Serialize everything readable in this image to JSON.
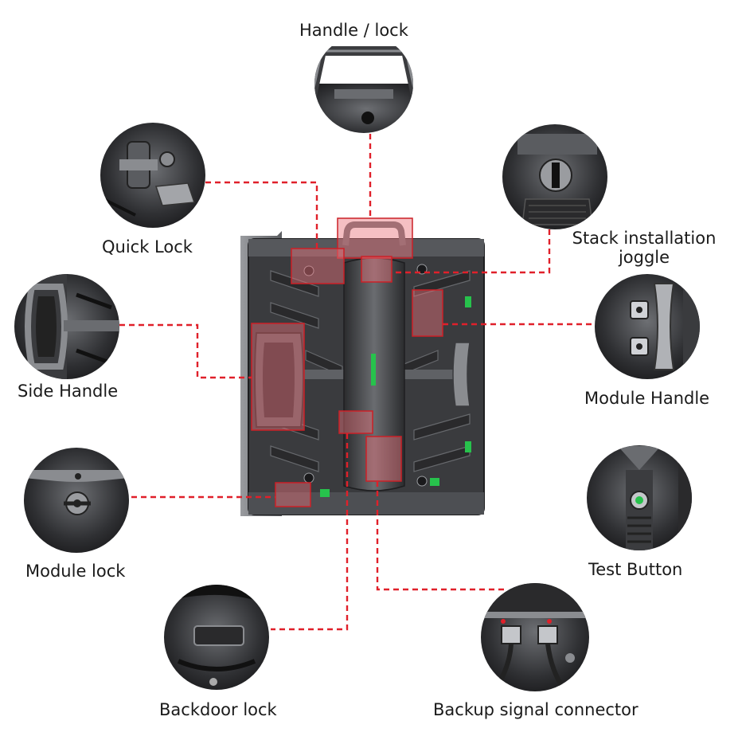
{
  "colors": {
    "leader_line": "#e0202a",
    "highlight_stroke": "#cc2027",
    "highlight_fill": "#e8707a",
    "cabinet_dark": "#2a2a2c",
    "cabinet_mid": "#4a4b4e",
    "cabinet_light": "#8a8c90",
    "indicator_green": "#27c24c"
  },
  "labels": {
    "handle_lock": "Handle / lock",
    "quick_lock": "Quick Lock",
    "stack_installation": "Stack installation joggle",
    "side_handle": "Side Handle",
    "module_handle": "Module Handle",
    "module_lock": "Module lock",
    "test_button": "Test Button",
    "backdoor_lock": "Backdoor lock",
    "backup_signal": "Backup signal connector"
  },
  "icons": [
    "handle-lock-detail-icon",
    "quick-lock-detail-icon",
    "stack-joggle-detail-icon",
    "side-handle-detail-icon",
    "module-handle-detail-icon",
    "module-lock-detail-icon",
    "test-button-detail-icon",
    "backdoor-lock-detail-icon",
    "backup-connector-detail-icon"
  ]
}
